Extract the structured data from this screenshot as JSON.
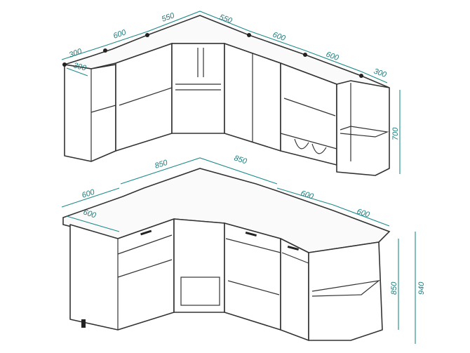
{
  "colors": {
    "dimension": "#1f8a8a",
    "outline": "#333333"
  },
  "upper_dimensions": {
    "left_depth": "300",
    "left_side": "300",
    "seg1": "600",
    "corner_left": "550",
    "corner_right": "550",
    "seg2": "600",
    "seg3": "600",
    "end_depth": "300",
    "height": "700"
  },
  "lower_dimensions": {
    "corner_left": "850",
    "corner_right": "850",
    "left_depth": "600",
    "left_width": "600",
    "right_seg1": "600",
    "right_seg2": "600",
    "counter_height": "850",
    "total_height": "940"
  }
}
